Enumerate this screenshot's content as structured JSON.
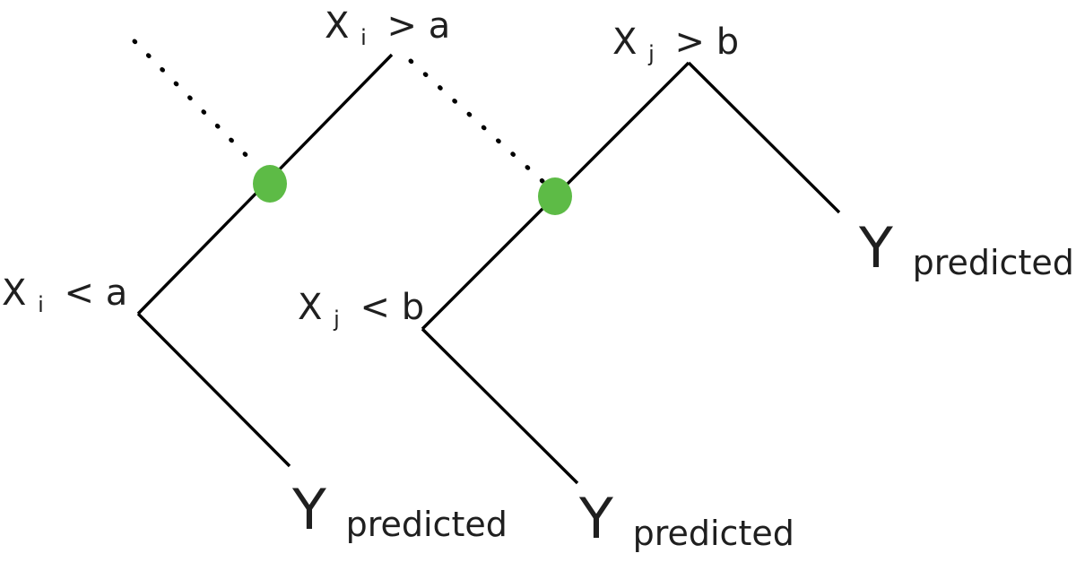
{
  "diagram": {
    "split_primary": {
      "upper_condition": {
        "variable": "X",
        "index": "i",
        "relation": "> a"
      },
      "lower_condition": {
        "variable": "X",
        "index": "i",
        "relation": "< a"
      },
      "leaf": {
        "symbol": "Y",
        "subscript": "predicted"
      }
    },
    "split_secondary": {
      "upper_condition": {
        "variable": "X",
        "index": "j",
        "relation": "> b"
      },
      "lower_condition": {
        "variable": "X",
        "index": "j",
        "relation": "< b"
      },
      "leaf_lower": {
        "symbol": "Y",
        "subscript": "predicted"
      },
      "leaf_upper": {
        "symbol": "Y",
        "subscript": "predicted"
      }
    },
    "colors": {
      "line": "#000000",
      "node": "#5dbb46",
      "text": "#1f1f1f"
    }
  }
}
